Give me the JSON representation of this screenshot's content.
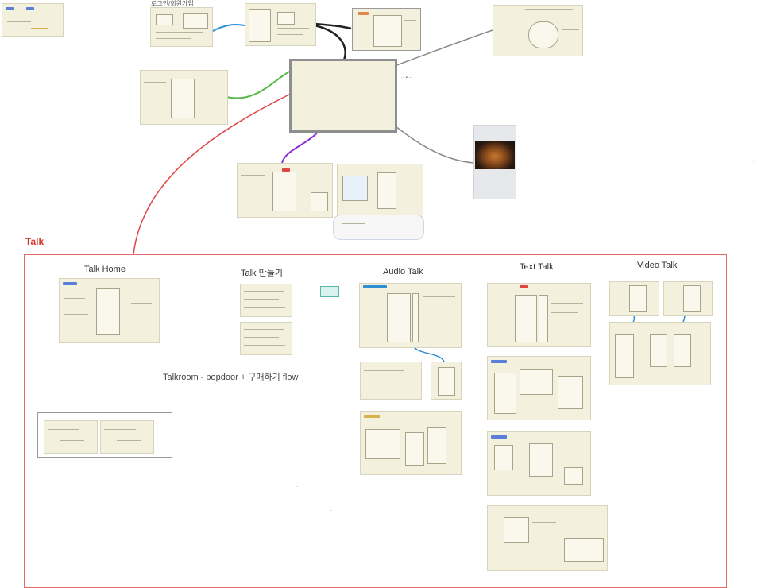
{
  "overview": {
    "top_caption": "로그인/회원가입",
    "small_note": "Talk"
  },
  "talk_section": {
    "label": "Talk",
    "flow_note": "Talkroom - popdoor + 구매하기 flow",
    "columns": [
      {
        "id": "talk-home",
        "title": "Talk Home"
      },
      {
        "id": "talk-create",
        "title": "Talk 만들기"
      },
      {
        "id": "audio-talk",
        "title": "Audio Talk"
      },
      {
        "id": "text-talk",
        "title": "Text Talk"
      },
      {
        "id": "video-talk",
        "title": "Video Talk"
      }
    ]
  },
  "colors": {
    "board_bg": "#ffffff",
    "card_bg": "#f3f0dd",
    "section_border": "#e26a6a",
    "section_label": "#d33a2c",
    "connector_blue": "#2e8fd6",
    "connector_green": "#58b84a",
    "connector_red": "#e04646",
    "connector_purple": "#8a2fd1",
    "connector_gray": "#8a8a8a",
    "connector_black": "#222222"
  }
}
